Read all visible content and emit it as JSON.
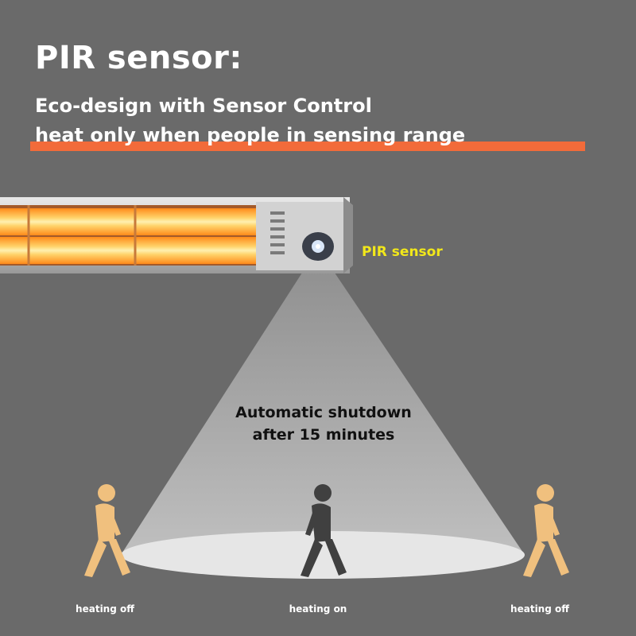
{
  "header": {
    "title": "PIR sensor:",
    "subtitle_line1": "Eco-design with Sensor Control",
    "subtitle_line2": "heat only when people in sensing range"
  },
  "heater": {
    "sensor_label": "PIR sensor"
  },
  "beam": {
    "caption_line1": "Automatic shutdown",
    "caption_line2": "after 15 minutes"
  },
  "people": [
    {
      "label": "heating off",
      "state": "outside-range",
      "color": "#f0c07e",
      "icon": "walking-person-icon"
    },
    {
      "label": "heating on",
      "state": "inside-range",
      "color": "#404040",
      "icon": "walking-person-icon"
    },
    {
      "label": "heating off",
      "state": "outside-range",
      "color": "#f0c07e",
      "icon": "walking-person-icon"
    }
  ],
  "colors": {
    "background": "#6a6a6a",
    "accent_underline": "#f26b3a",
    "sensor_label": "#f2e81a",
    "heat_glow": "#ffb020"
  }
}
